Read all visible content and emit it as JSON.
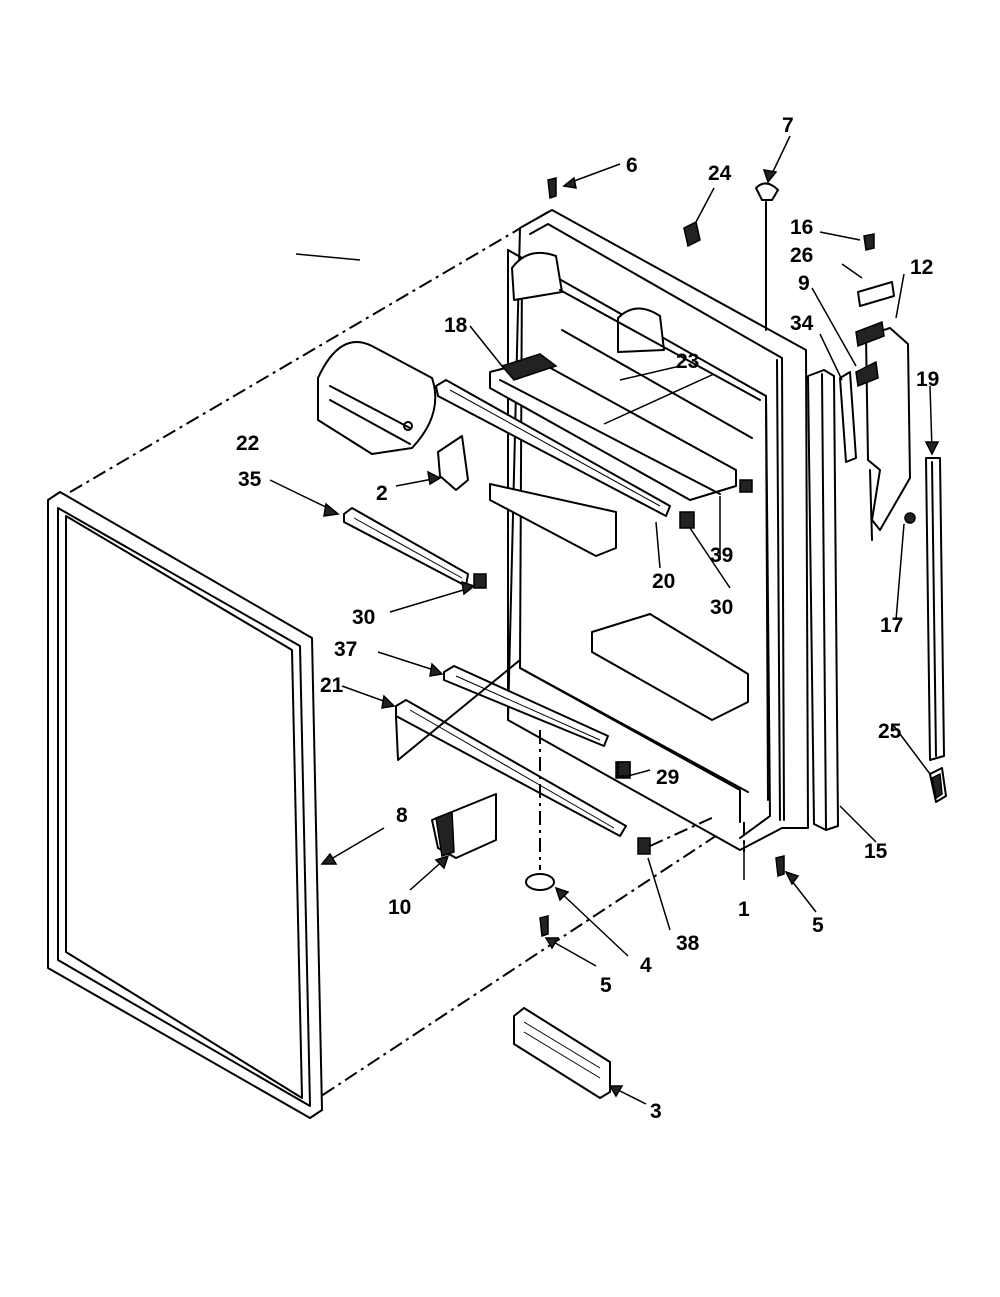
{
  "diagram": {
    "callouts": [
      {
        "id": "c1",
        "text": "1"
      },
      {
        "id": "c2",
        "text": "2"
      },
      {
        "id": "c3",
        "text": "3"
      },
      {
        "id": "c4",
        "text": "4"
      },
      {
        "id": "c5a",
        "text": "5"
      },
      {
        "id": "c5b",
        "text": "5"
      },
      {
        "id": "c6",
        "text": "6"
      },
      {
        "id": "c7",
        "text": "7"
      },
      {
        "id": "c8",
        "text": "8"
      },
      {
        "id": "c9",
        "text": "9"
      },
      {
        "id": "c10",
        "text": "10"
      },
      {
        "id": "c12",
        "text": "12"
      },
      {
        "id": "c15",
        "text": "15"
      },
      {
        "id": "c16",
        "text": "16"
      },
      {
        "id": "c17",
        "text": "17"
      },
      {
        "id": "c18",
        "text": "18"
      },
      {
        "id": "c19",
        "text": "19"
      },
      {
        "id": "c20",
        "text": "20"
      },
      {
        "id": "c21",
        "text": "21"
      },
      {
        "id": "c22",
        "text": "22"
      },
      {
        "id": "c23",
        "text": "23"
      },
      {
        "id": "c24",
        "text": "24"
      },
      {
        "id": "c25",
        "text": "25"
      },
      {
        "id": "c26",
        "text": "26"
      },
      {
        "id": "c29",
        "text": "29"
      },
      {
        "id": "c30a",
        "text": "30"
      },
      {
        "id": "c30b",
        "text": "30"
      },
      {
        "id": "c34",
        "text": "34"
      },
      {
        "id": "c35",
        "text": "35"
      },
      {
        "id": "c37",
        "text": "37"
      },
      {
        "id": "c38",
        "text": "38"
      },
      {
        "id": "c39",
        "text": "39"
      }
    ]
  }
}
